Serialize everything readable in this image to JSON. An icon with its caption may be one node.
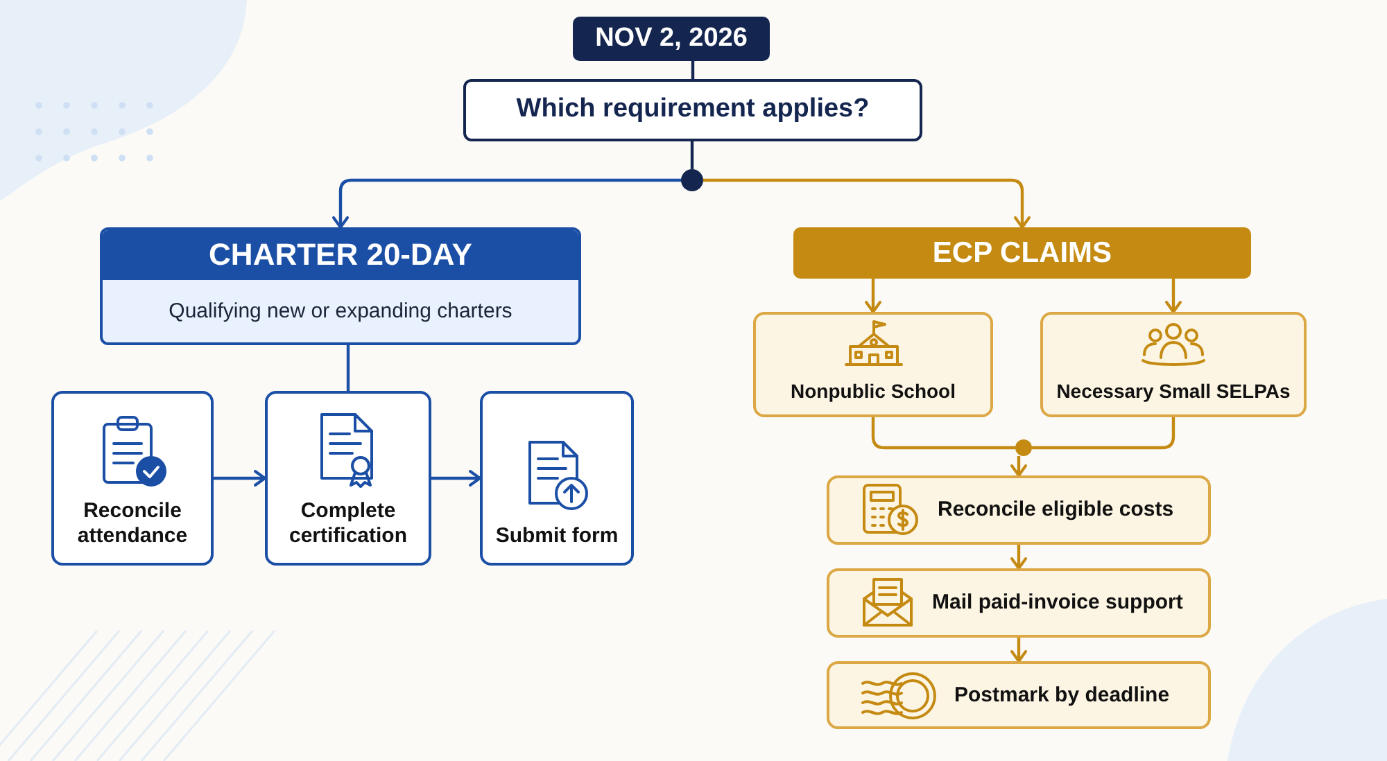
{
  "diagram": {
    "nodes": [
      {
        "text": [
          "NOV 2, 2026"
        ]
      },
      {
        "text": [
          "Which requirement applies?"
        ]
      },
      {
        "text": [],
        "shape": "circle"
      },
      {
        "text": [
          "CHARTER 20-DAY",
          "Qualifying new or expanding charters"
        ]
      },
      {
        "text": [
          "Reconcile attendance"
        ]
      },
      {
        "text": [
          "Complete certification"
        ]
      },
      {
        "text": [
          "Submit form"
        ]
      },
      {
        "text": [
          "ECP CLAIMS"
        ]
      },
      {
        "text": [
          "Nonpublic School"
        ]
      },
      {
        "text": [
          "Necessary Small SELPAs"
        ]
      },
      {
        "text": [],
        "shape": "circle"
      },
      {
        "text": [
          "Reconcile eligible costs"
        ]
      },
      {
        "text": [
          "Mail paid-invoice support"
        ]
      },
      {
        "text": [
          "Postmark by deadline"
        ]
      }
    ],
    "edges": [
      {
        "from": 0,
        "to": 1,
        "arrow": "none",
        "color": "#14264f"
      },
      {
        "from": 1,
        "to": 2,
        "arrow": "none",
        "color": "#14264f"
      },
      {
        "from": 2,
        "to": 3,
        "arrow": "to",
        "color": "#1b4fa6"
      },
      {
        "from": 2,
        "to": 7,
        "arrow": "to"
      },
      {
        "from": 3,
        "to": 5,
        "arrow": "none",
        "color": "#1b4fa6"
      },
      {
        "from": 4,
        "to": 5,
        "arrow": "to",
        "color": "#1b4fa6"
      },
      {
        "from": 5,
        "to": 6,
        "arrow": "to",
        "color": "#1b4fa6"
      },
      {
        "from": 7,
        "to": 8,
        "arrow": "to"
      },
      {
        "from": 7,
        "to": 9,
        "arrow": "to"
      },
      {
        "from": 8,
        "to": 10,
        "arrow": "none"
      },
      {
        "from": 9,
        "to": 10,
        "arrow": "none"
      },
      {
        "from": 10,
        "to": 11,
        "arrow": "to"
      },
      {
        "from": 11,
        "to": 12,
        "arrow": "to"
      },
      {
        "from": 12,
        "to": 13,
        "arrow": "to"
      }
    ]
  }
}
